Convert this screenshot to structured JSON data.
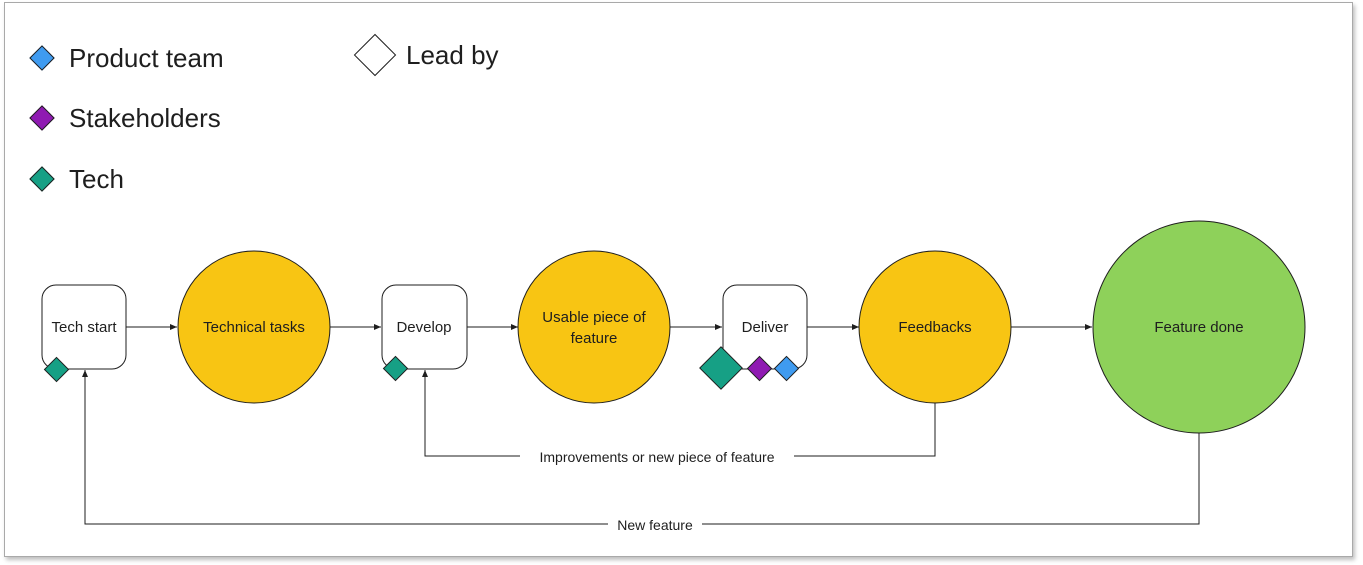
{
  "colors": {
    "product_team": "#3f9bf0",
    "stakeholders": "#8f1ab2",
    "tech": "#16a085",
    "lead_by": "#ffffff",
    "step_circle": "#f8c513",
    "done_circle": "#8ed15a",
    "stroke": "#1e1e1e"
  },
  "legend": {
    "product_team": "Product team",
    "stakeholders": "Stakeholders",
    "tech": "Tech",
    "lead_by": "Lead by"
  },
  "nodes": {
    "tech_start": "Tech start",
    "technical_tasks": "Technical tasks",
    "develop": "Develop",
    "usable_piece_line1": "Usable piece of",
    "usable_piece_line2": "feature",
    "deliver": "Deliver",
    "feedbacks": "Feedbacks",
    "feature_done": "Feature done"
  },
  "edges": {
    "improvements": "Improvements or new piece of feature",
    "new_feature": "New feature"
  }
}
